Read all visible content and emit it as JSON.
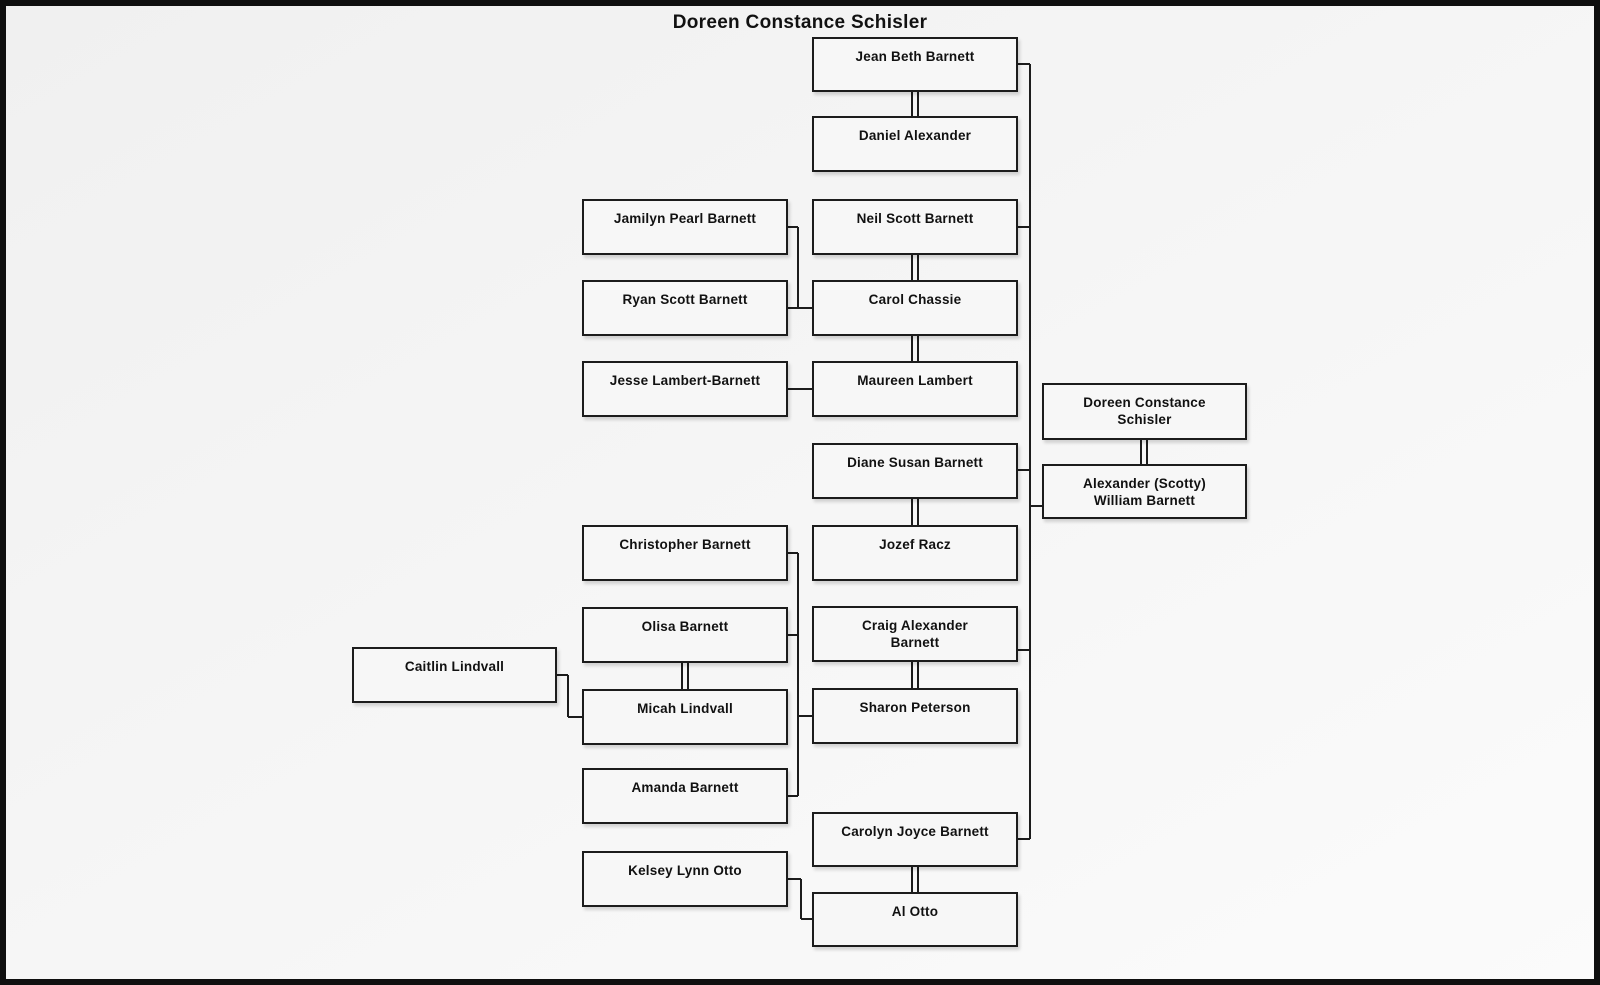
{
  "title": "Doreen Constance Schisler",
  "people": {
    "jean": "Jean Beth Barnett",
    "daniel": "Daniel Alexander",
    "jamilyn": "Jamilyn Pearl Barnett",
    "neil": "Neil Scott Barnett",
    "ryan": "Ryan Scott Barnett",
    "carol": "Carol Chassie",
    "jesse": "Jesse Lambert-Barnett",
    "maureen": "Maureen Lambert",
    "doreen": "Doreen Constance\nSchisler",
    "diane": "Diane Susan Barnett",
    "alexander": "Alexander (Scotty)\nWilliam Barnett",
    "christopher": "Christopher Barnett",
    "jozef": "Jozef Racz",
    "olisa": "Olisa Barnett",
    "craig": "Craig Alexander\nBarnett",
    "caitlin": "Caitlin Lindvall",
    "micah": "Micah Lindvall",
    "sharon": "Sharon Peterson",
    "amanda": "Amanda Barnett",
    "carolyn": "Carolyn Joyce Barnett",
    "kelsey": "Kelsey Lynn Otto",
    "al": "Al Otto"
  },
  "unions": [
    {
      "spouses": [
        "Doreen Constance Schisler",
        "Alexander (Scotty) William Barnett"
      ],
      "children": [
        "Jean Beth Barnett",
        "Neil Scott Barnett",
        "Diane Susan Barnett",
        "Craig Alexander Barnett",
        "Carolyn Joyce Barnett"
      ]
    },
    {
      "spouses": [
        "Jean Beth Barnett",
        "Daniel Alexander"
      ],
      "children": []
    },
    {
      "spouses": [
        "Neil Scott Barnett",
        "Carol Chassie"
      ],
      "children": [
        "Jamilyn Pearl Barnett",
        "Ryan Scott Barnett"
      ]
    },
    {
      "spouses": [
        "Neil Scott Barnett",
        "Maureen Lambert"
      ],
      "children": [
        "Jesse Lambert-Barnett"
      ]
    },
    {
      "spouses": [
        "Diane Susan Barnett",
        "Jozef Racz"
      ],
      "children": []
    },
    {
      "spouses": [
        "Craig Alexander Barnett",
        "Sharon Peterson"
      ],
      "children": [
        "Christopher Barnett",
        "Olisa Barnett",
        "Amanda Barnett"
      ]
    },
    {
      "spouses": [
        "Olisa Barnett",
        "Micah Lindvall"
      ],
      "children": [
        "Caitlin Lindvall"
      ]
    },
    {
      "spouses": [
        "Carolyn Joyce Barnett",
        "Al Otto"
      ],
      "children": [
        "Kelsey Lynn Otto"
      ]
    }
  ],
  "colors": {
    "line": "#1c1c1c",
    "box_fill": "#f7f7f7",
    "background": "#f4f4f4",
    "frame": "#0f0f0f"
  }
}
